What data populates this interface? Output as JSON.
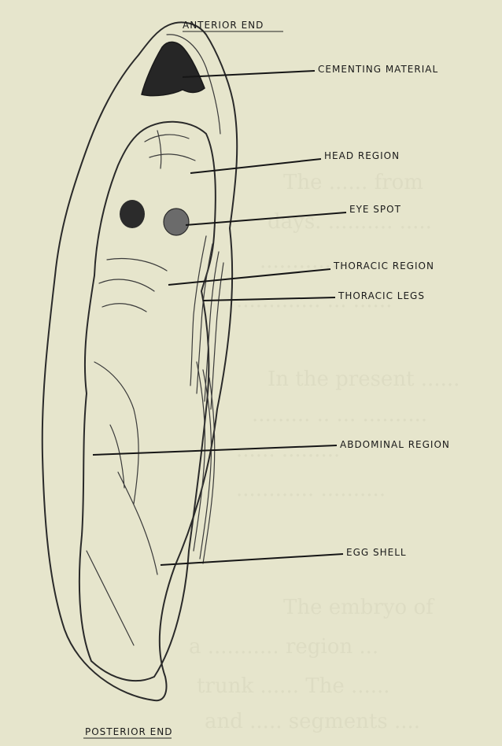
{
  "diagram": {
    "labels": {
      "anterior_end": "ANTERIOR END",
      "posterior_end": "POSTERIOR END",
      "cementing_material": "CEMENTING MATERIAL",
      "head_region": "HEAD REGION",
      "eye_spot": "EYE SPOT",
      "thoracic_region": "THORACIC REGION",
      "thoracic_legs": "THORACIC LEGS",
      "abdominal_region": "ABDOMINAL REGION",
      "egg_shell": "EGG SHELL"
    }
  }
}
